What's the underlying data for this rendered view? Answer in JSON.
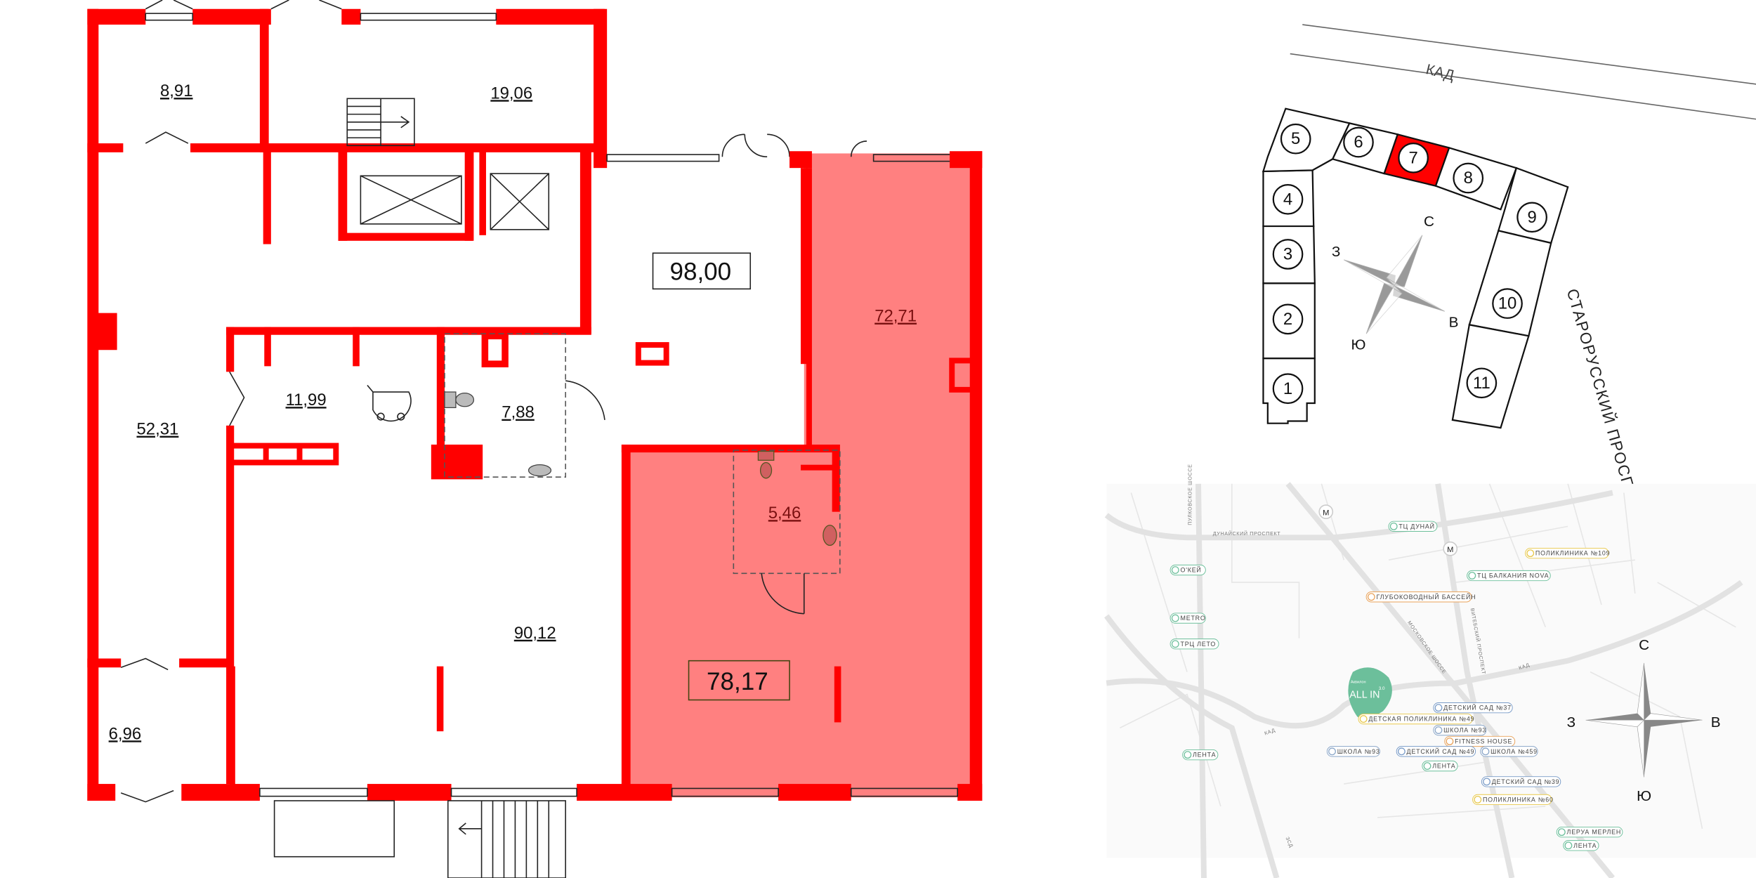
{
  "colors": {
    "wall": "#ff0000",
    "selected_fill": "#ff8080",
    "highlight_section": "#ff0000",
    "map_green": "#6cbf9b"
  },
  "floor_plan": {
    "rooms": [
      {
        "id": "r1",
        "area": "8,91"
      },
      {
        "id": "r2",
        "area": "19,06"
      },
      {
        "id": "r3",
        "area": "98,00"
      },
      {
        "id": "r4",
        "area": "72,71",
        "selected": true
      },
      {
        "id": "r5",
        "area": "52,31"
      },
      {
        "id": "r6",
        "area": "11,99"
      },
      {
        "id": "r7",
        "area": "7,88"
      },
      {
        "id": "r8",
        "area": "5,46",
        "selected": true
      },
      {
        "id": "r9",
        "area": "90,12"
      },
      {
        "id": "r10",
        "area": "78,17",
        "selected": true
      },
      {
        "id": "r11",
        "area": "6,96"
      }
    ]
  },
  "site_plan": {
    "road_label": "КАД",
    "avenue_label": "СТАРОРУССКИЙ ПРОСПЕКТ",
    "sections": [
      "1",
      "2",
      "3",
      "4",
      "5",
      "6",
      "7",
      "8",
      "9",
      "10",
      "11"
    ],
    "selected_section": "7",
    "compass": {
      "n": "С",
      "s": "Ю",
      "e": "В",
      "w": "З"
    }
  },
  "map": {
    "project_brand": "Аквилон",
    "project_name": "ALL IN",
    "project_version": "3.0",
    "roads": {
      "dunaisky": "ДУНАЙСКИЙ ПРОСПЕКТ",
      "kad1": "КАД",
      "kad2": "КАД",
      "moskovskoe": "МОСКОВСКОЕ ШОССЕ",
      "vitebsky": "ВИТЕБСКИЙ ПРОСПЕКТ",
      "zsd": "ЗСД",
      "pulkovskoe": "ПУЛКОВСКОЕ ШОССЕ"
    },
    "pois": [
      {
        "label": "ТЦ ДУНАЙ",
        "type": "shop"
      },
      {
        "label": "ПОЛИКЛИНИКА №109",
        "type": "clinic"
      },
      {
        "label": "О'КЕЙ",
        "type": "shop"
      },
      {
        "label": "ТЦ БАЛКАНИЯ NOVA",
        "type": "shop"
      },
      {
        "label": "ГЛУБОКОВОДНЫЙ БАССЕЙН",
        "type": "sport"
      },
      {
        "label": "METRO",
        "type": "shop"
      },
      {
        "label": "ТРЦ ЛЕТО",
        "type": "shop"
      },
      {
        "label": "ДЕТСКИЙ САД №37",
        "type": "kindergarten"
      },
      {
        "label": "ДЕТСКАЯ ПОЛИКЛИНИКА №49",
        "type": "clinic"
      },
      {
        "label": "ШКОЛА №93",
        "type": "school"
      },
      {
        "label": "FITNESS HOUSE",
        "type": "sport"
      },
      {
        "label": "ШКОЛА №93",
        "type": "school"
      },
      {
        "label": "ДЕТСКИЙ САД №49",
        "type": "kindergarten"
      },
      {
        "label": "ШКОЛА №459",
        "type": "school"
      },
      {
        "label": "ЛЕНТА",
        "type": "shop"
      },
      {
        "label": "ЛЕНТА",
        "type": "shop"
      },
      {
        "label": "ДЕТСКИЙ САД №39",
        "type": "kindergarten"
      },
      {
        "label": "ПОЛИКЛИНИКА №60",
        "type": "clinic"
      },
      {
        "label": "ЛЕРУА МЕРЛЕН",
        "type": "shop"
      },
      {
        "label": "ЛЕНТА",
        "type": "shop"
      }
    ],
    "poi_colors": {
      "shop": "#6cbf9b",
      "clinic": "#e8c84a",
      "sport": "#e8a25a",
      "school": "#8aa6c8",
      "kindergarten": "#7a9cc8"
    },
    "compass": {
      "n": "С",
      "s": "Ю",
      "e": "В",
      "w": "З"
    }
  }
}
